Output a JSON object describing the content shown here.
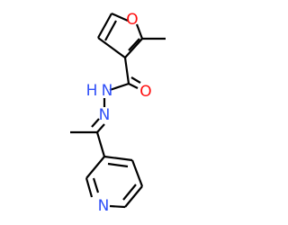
{
  "molecule": {
    "atoms": [
      {
        "symbol": "O",
        "color": "#ff0d0d"
      },
      {
        "symbol": "O",
        "color": "#ff0d0d"
      },
      {
        "symbol": "N",
        "color": "#3050f8"
      },
      {
        "symbol": "N",
        "color": "#3050f8"
      },
      {
        "symbol": "N",
        "color": "#3050f8"
      }
    ],
    "hydrogen_label": {
      "symbol": "H",
      "color": "#3050f8"
    },
    "bond_color": "#000000"
  }
}
